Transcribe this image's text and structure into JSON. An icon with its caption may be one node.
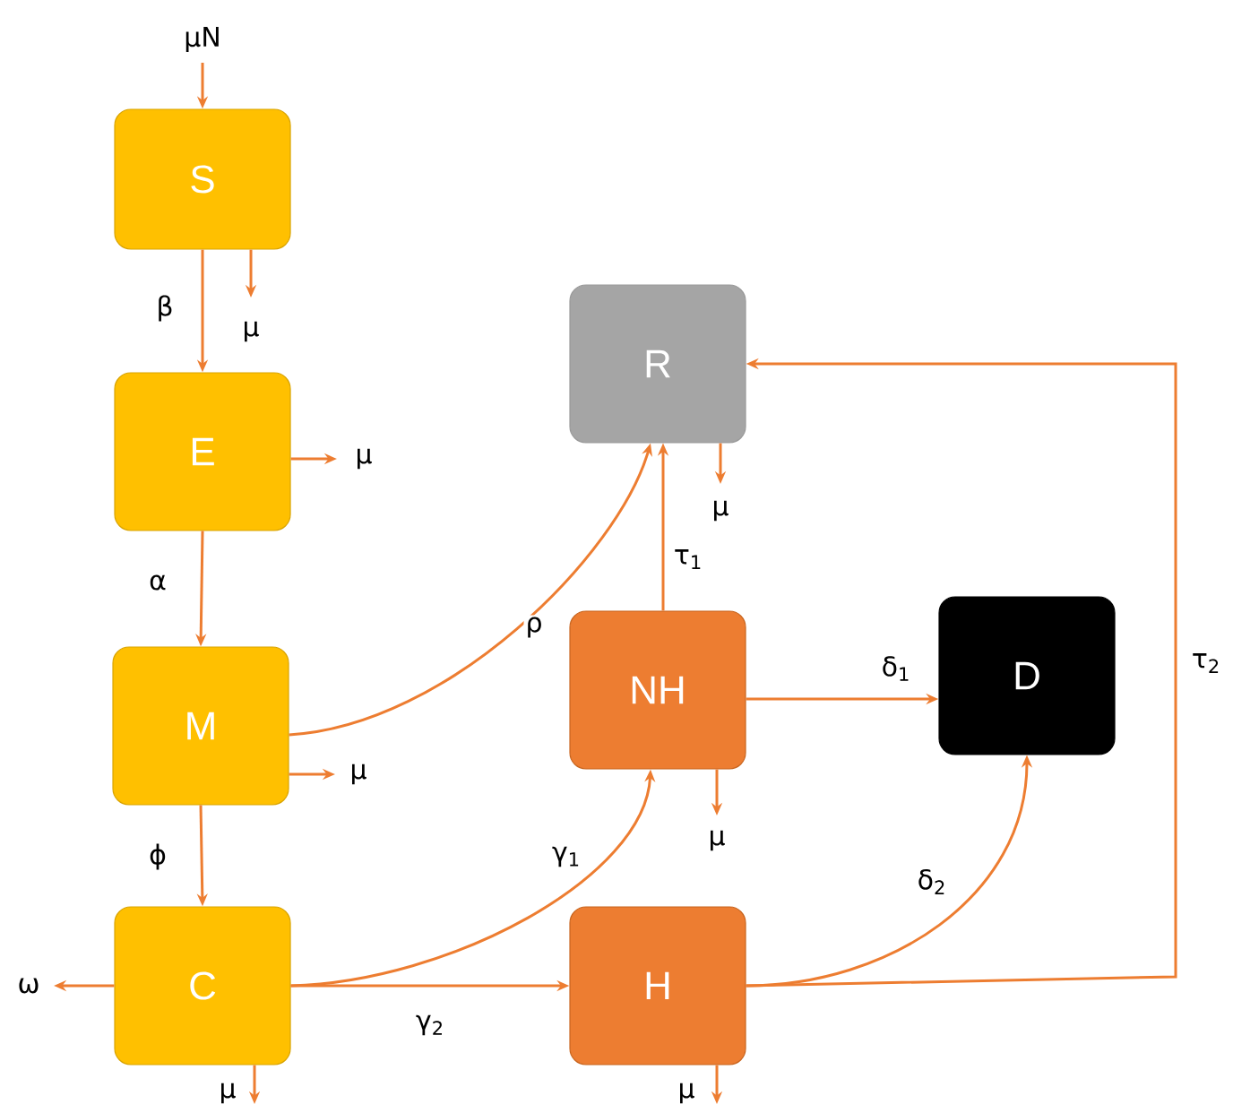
{
  "diagram": {
    "nodes": [
      {
        "text": [
          "S"
        ]
      },
      {
        "text": [
          "E"
        ]
      },
      {
        "text": [
          "M"
        ]
      },
      {
        "text": [
          "C"
        ]
      },
      {
        "text": [
          "R"
        ]
      },
      {
        "text": [
          "NH"
        ]
      },
      {
        "text": [
          "H"
        ]
      },
      {
        "text": [
          "D"
        ]
      }
    ],
    "edges": [
      {
        "from": null,
        "to": 0,
        "arrow": "to",
        "label": "μN"
      },
      {
        "from": 0,
        "to": 1,
        "arrow": "to",
        "label": "β"
      },
      {
        "from": 0,
        "to": null,
        "arrow": "to",
        "label": "μ"
      },
      {
        "from": 1,
        "to": null,
        "arrow": "to",
        "label": "μ"
      },
      {
        "from": 1,
        "to": 2,
        "arrow": "to",
        "label": "α"
      },
      {
        "from": 2,
        "to": null,
        "arrow": "to",
        "label": "μ"
      },
      {
        "from": 2,
        "to": 4,
        "arrow": "to",
        "label": "ρ"
      },
      {
        "from": 2,
        "to": 3,
        "arrow": "to",
        "label": "ϕ"
      },
      {
        "from": 3,
        "to": null,
        "arrow": "to",
        "label": "ω"
      },
      {
        "from": 3,
        "to": null,
        "arrow": "to",
        "label": "μ"
      },
      {
        "from": 3,
        "to": 5,
        "arrow": "to",
        "label": "γ$_{1}$"
      },
      {
        "from": 3,
        "to": 6,
        "arrow": "to",
        "label": "γ$_{2}$"
      },
      {
        "from": 5,
        "to": 4,
        "arrow": "to",
        "label": "τ$_{1}$"
      },
      {
        "from": 5,
        "to": 7,
        "arrow": "to",
        "label": "δ$_{1}$"
      },
      {
        "from": 5,
        "to": null,
        "arrow": "to",
        "label": "μ"
      },
      {
        "from": 6,
        "to": 7,
        "arrow": "to",
        "label": "δ$_{2}$"
      },
      {
        "from": 6,
        "to": null,
        "arrow": "to",
        "label": "μ"
      },
      {
        "from": 6,
        "to": 4,
        "arrow": "to",
        "label": "τ$_{2}$"
      },
      {
        "from": 4,
        "to": null,
        "arrow": "to",
        "label": "μ"
      }
    ]
  }
}
